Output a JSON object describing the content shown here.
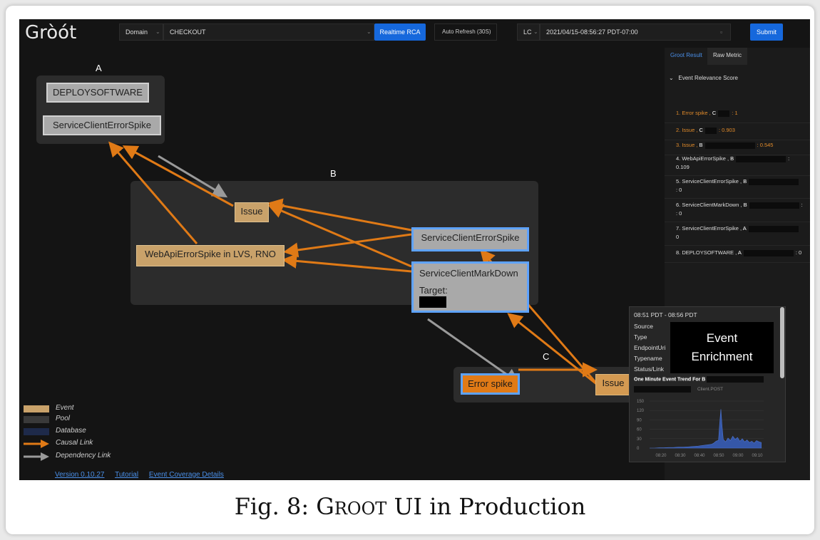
{
  "topbar": {
    "logo": "Gròót",
    "domain_label": "Domain",
    "domain_value": "CHECKOUT",
    "realtime_button": "Realtime RCA",
    "auto_refresh": "Auto Refresh (30S)",
    "lc_label": "LC",
    "datetime": "2021/04/15-08:56:27 PDT-07:00",
    "submit_button": "Submit"
  },
  "graph": {
    "pool_labels": [
      "A",
      "B",
      "C"
    ],
    "nodes": {
      "deploysoftware": "DEPLOYSOFTWARE",
      "sce_spike_a": "ServiceClientErrorSpike",
      "issue_b": "Issue",
      "webapi": "WebApiErrorSpike in LVS, RNO",
      "sce_spike_b": "ServiceClientErrorSpike",
      "markdown_title": "ServiceClientMarkDown",
      "markdown_target": "Target:",
      "error_spike_c": "Error spike",
      "issue_c": "Issue"
    }
  },
  "legend": {
    "items": [
      {
        "label": "Event",
        "color": "#c9a26a",
        "kind": "box"
      },
      {
        "label": "Pool",
        "color": "#3a3a3a",
        "kind": "box"
      },
      {
        "label": "Database",
        "color": "#1e2a4a",
        "kind": "box"
      },
      {
        "label": "Causal Link",
        "color": "#e07a16",
        "kind": "arrow"
      },
      {
        "label": "Dependency Link",
        "color": "#9a9a9a",
        "kind": "arrow"
      }
    ]
  },
  "footer": {
    "version": "Version 0.10.27",
    "tutorial": "Tutorial",
    "coverage": "Event Coverage Details"
  },
  "right_panel": {
    "tab_result": "Groot Result",
    "tab_raw": "Raw Metric",
    "section": "Event Relevance Score",
    "scores": [
      {
        "label": "1. Error spike ,",
        "pool": "C",
        "score": ": 1",
        "highlight": true
      },
      {
        "label": "2. Issue ,",
        "pool": "C",
        "score": ": 0.903",
        "highlight": true
      },
      {
        "label": "3. Issue ,",
        "pool": "B",
        "score": ": 0.545",
        "highlight": true
      },
      {
        "label": "4. WebApiErrorSpike ,",
        "pool": "B",
        "score": ":",
        "score2": "0.109",
        "highlight": false
      },
      {
        "label": "5. ServiceClientErrorSpike ,",
        "pool": "B",
        "score": "",
        "score2": ": 0",
        "highlight": false
      },
      {
        "label": "6. ServiceClientMarkDown ,",
        "pool": "B",
        "score": ":",
        "score2": ": 0",
        "highlight": false
      },
      {
        "label": "7. ServiceClientErrorSpike ,",
        "pool": "A",
        "score": "",
        "score2": "0",
        "highlight": false
      },
      {
        "label": "8. DEPLOYSOFTWARE ,",
        "pool": "A",
        "score": ": 0",
        "highlight": false
      }
    ]
  },
  "enrichment": {
    "time_range": "08:51 PDT - 08:56 PDT",
    "keys": [
      "Source",
      "Type",
      "EndpointUri",
      "Typename",
      "Status/Link"
    ],
    "overlay_line1": "Event",
    "overlay_line2": "Enrichment",
    "trend_title": "One Minute Event Trend For",
    "trend_pool": "B",
    "trend_sub": "Client.POST",
    "chart_data": {
      "type": "area",
      "x": [
        "08:20",
        "08:30",
        "08:40",
        "08:50",
        "09:00",
        "09:10"
      ],
      "yticks": [
        0,
        30,
        60,
        90,
        120,
        150
      ],
      "ylim": [
        0,
        150
      ],
      "points": [
        [
          0,
          0
        ],
        [
          2,
          0
        ],
        [
          4,
          1
        ],
        [
          6,
          1
        ],
        [
          8,
          2
        ],
        [
          10,
          2
        ],
        [
          12,
          3
        ],
        [
          14,
          3
        ],
        [
          16,
          4
        ],
        [
          18,
          5
        ],
        [
          20,
          6
        ],
        [
          22,
          8
        ],
        [
          24,
          10
        ],
        [
          26,
          12
        ],
        [
          27,
          16
        ],
        [
          28,
          22
        ],
        [
          29,
          25
        ],
        [
          29.5,
          80
        ],
        [
          30,
          124
        ],
        [
          30.5,
          70
        ],
        [
          31,
          28
        ],
        [
          32,
          20
        ],
        [
          33,
          32
        ],
        [
          34,
          24
        ],
        [
          35,
          38
        ],
        [
          36,
          28
        ],
        [
          37,
          34
        ],
        [
          38,
          22
        ],
        [
          39,
          30
        ],
        [
          40,
          20
        ],
        [
          41,
          26
        ],
        [
          42,
          18
        ],
        [
          43,
          22
        ],
        [
          44,
          16
        ],
        [
          45,
          24
        ],
        [
          46,
          20
        ],
        [
          47,
          18
        ]
      ],
      "x_range": [
        0,
        48
      ],
      "color": "#3557a8"
    }
  },
  "caption": {
    "prefix": "Fig. 8: ",
    "name_big": "G",
    "name_small": "ROOT",
    "suffix": " UI in Production"
  }
}
